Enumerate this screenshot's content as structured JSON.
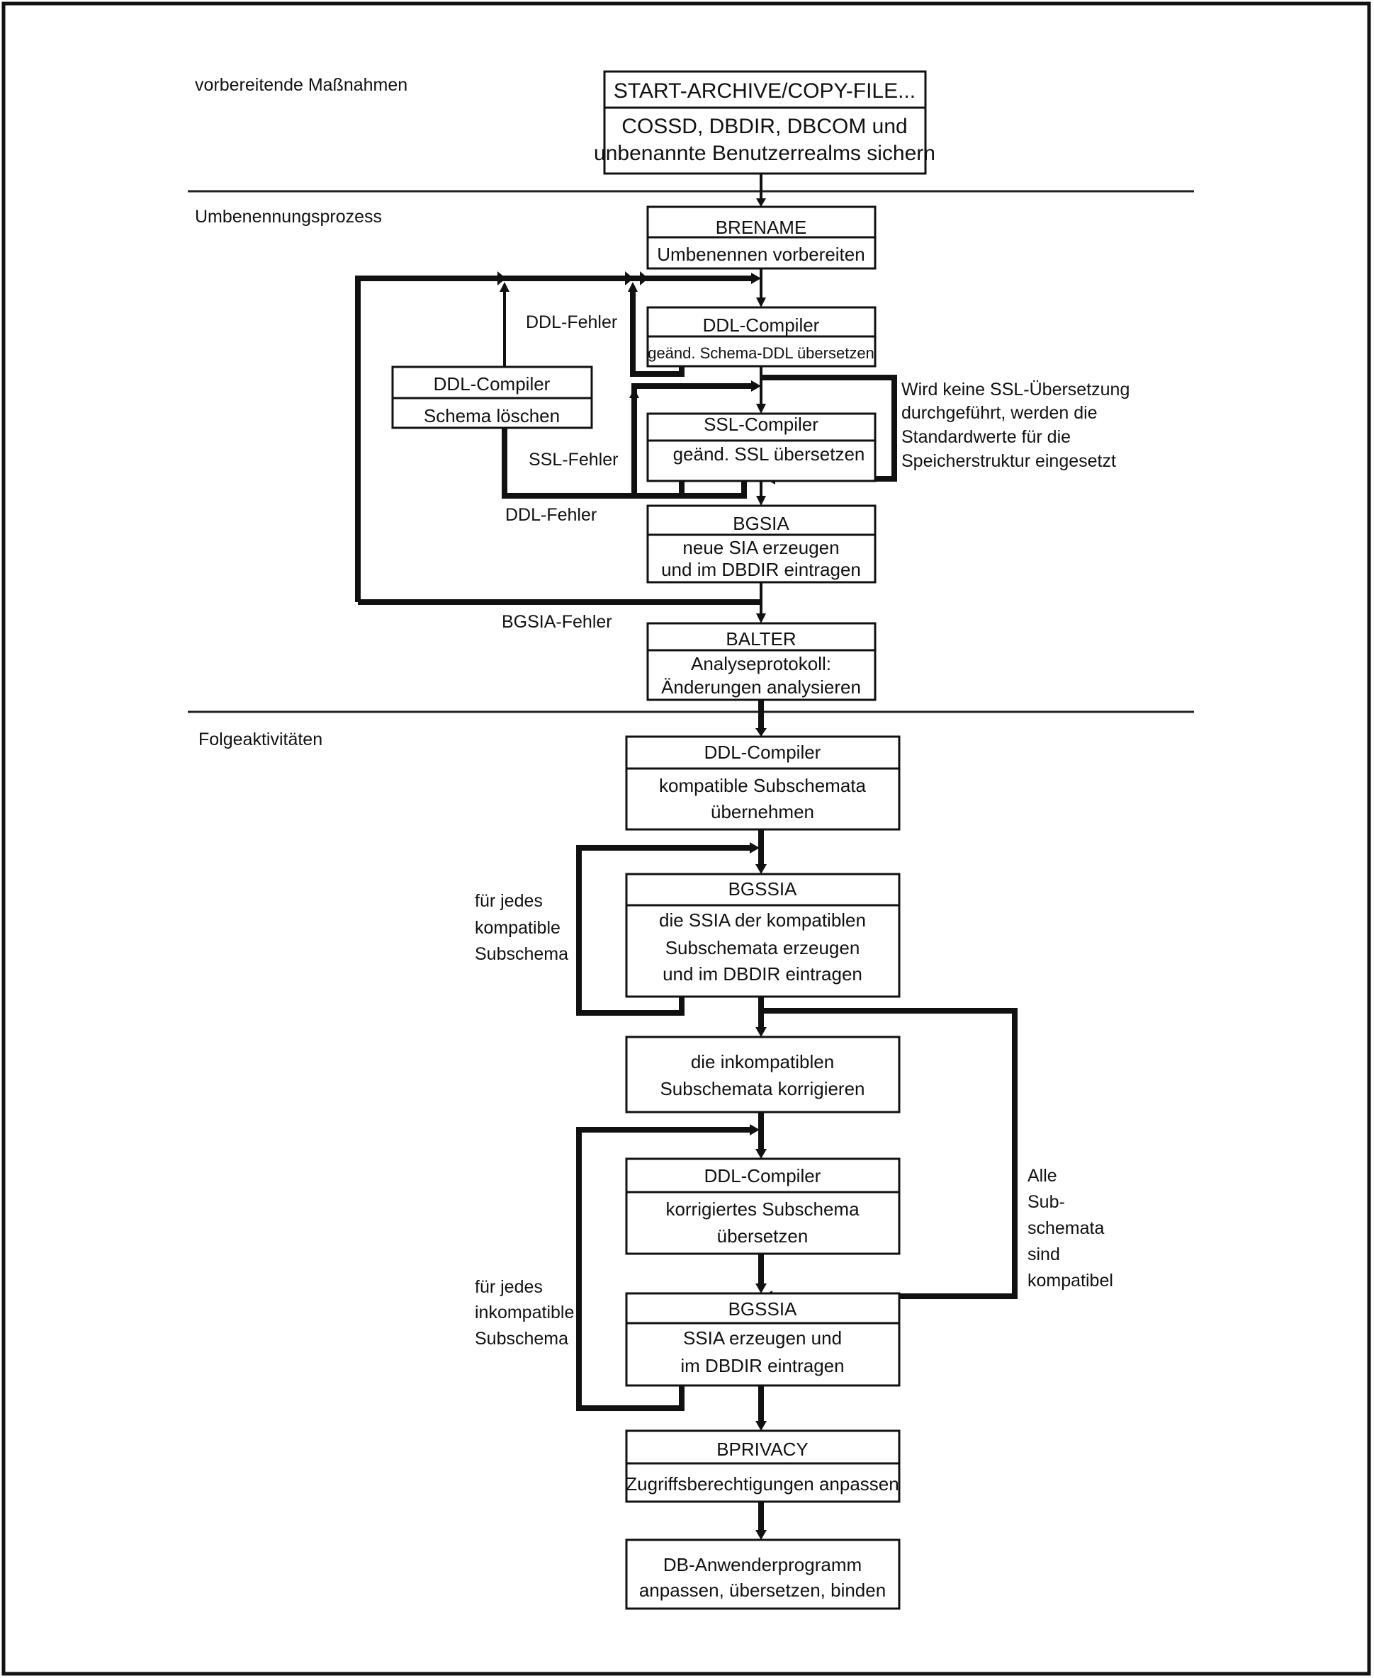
{
  "sections": {
    "prep": "vorbereitende Maßnahmen",
    "rename": "Umbenennungsprozess",
    "follow": "Folgeaktivitäten"
  },
  "boxes": {
    "start_archive": {
      "title": "START-ARCHIVE/COPY-FILE...",
      "line1": "COSSD, DBDIR, DBCOM und",
      "line2": "unbenannte Benutzerrealms sichern"
    },
    "brename": {
      "title": "BRENAME",
      "line1": "Umbenennen vorbereiten"
    },
    "ddl_compiler_1": {
      "title": "DDL-Compiler",
      "line1": "geänd. Schema-DDL übersetzen"
    },
    "ddl_compiler_delete": {
      "title": "DDL-Compiler",
      "line1": "Schema löschen"
    },
    "ssl_compiler": {
      "title": "SSL-Compiler",
      "line1": "geänd. SSL übersetzen"
    },
    "bgsia": {
      "title": "BGSIA",
      "line1": "neue SIA erzeugen",
      "line2": "und im DBDIR eintragen"
    },
    "balter": {
      "title": "BALTER",
      "line1": "Analyseprotokoll:",
      "line2": "Änderungen analysieren"
    },
    "ddl_compiler_2": {
      "title": "DDL-Compiler",
      "line1": "kompatible Subschemata",
      "line2": "übernehmen"
    },
    "bgssia_1": {
      "title": "BGSSIA",
      "line1": "die SSIA der kompatiblen",
      "line2": "Subschemata erzeugen",
      "line3": "und im DBDIR eintragen"
    },
    "correct": {
      "line1": "die inkompatiblen",
      "line2": "Subschemata korrigieren"
    },
    "ddl_compiler_3": {
      "title": "DDL-Compiler",
      "line1": "korrigiertes Subschema",
      "line2": "übersetzen"
    },
    "bgssia_2": {
      "title": "BGSSIA",
      "line1": "SSIA erzeugen und",
      "line2": "im DBDIR eintragen"
    },
    "bprivacy": {
      "title": "BPRIVACY",
      "line1": "Zugriffsberechtigungen anpassen"
    },
    "db_program": {
      "line1": "DB-Anwenderprogramm",
      "line2": "anpassen, übersetzen, binden"
    }
  },
  "labels": {
    "ddl_error_1": "DDL-Fehler",
    "ssl_error": "SSL-Fehler",
    "ddl_error_2": "DDL-Fehler",
    "bgsia_error": "BGSIA-Fehler",
    "note_ssl": [
      "Wird keine SSL-Übersetzung",
      "durchgeführt, werden die",
      "Standardwerte für die",
      "Speicherstruktur eingesetzt"
    ],
    "loop_compat": [
      "für jedes",
      "kompatible",
      "Subschema"
    ],
    "loop_incompat": [
      "für jedes",
      "inkompatible",
      "Subschema"
    ],
    "all_compat": [
      "Alle",
      "Sub-",
      "schemata",
      "sind",
      "kompatibel"
    ]
  }
}
